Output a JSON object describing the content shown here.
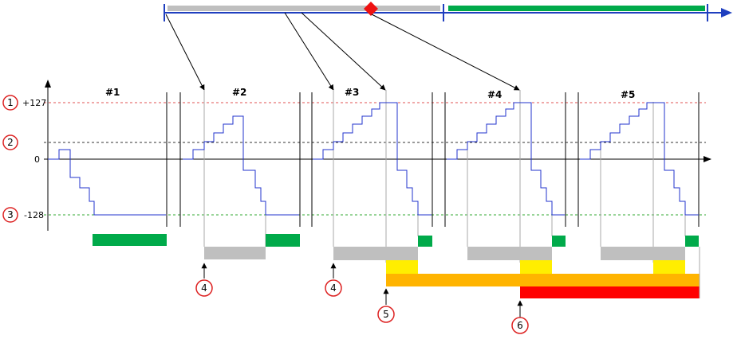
{
  "colors": {
    "timeline_blue": "#1f3fbf",
    "signal_blue": "#2233cc",
    "gray_bar": "#bfbfbf",
    "green_bar": "#00aa4a",
    "yellow_bar": "#ffee00",
    "orange_bar": "#ffb400",
    "red_bar": "#ff0000",
    "marker_red": "#ee1111",
    "line_127": "#e05050",
    "line_zero_ref": "#333333",
    "line_minus128": "#33aa33",
    "circle_stroke": "#dd2222"
  },
  "axis_labels": {
    "top": "+127",
    "zero": "0",
    "bottom": "-128"
  },
  "panels": [
    {
      "title": "#1"
    },
    {
      "title": "#2"
    },
    {
      "title": "#3"
    },
    {
      "title": "#4"
    },
    {
      "title": "#5"
    }
  ],
  "markers": {
    "m1": "1",
    "m2": "2",
    "m3": "3",
    "m4a": "4",
    "m4b": "4",
    "m5": "5",
    "m6": "6"
  },
  "icons": {
    "timeline_marker": "diamond-marker-icon",
    "axis_arrow": "arrowhead-icon"
  }
}
